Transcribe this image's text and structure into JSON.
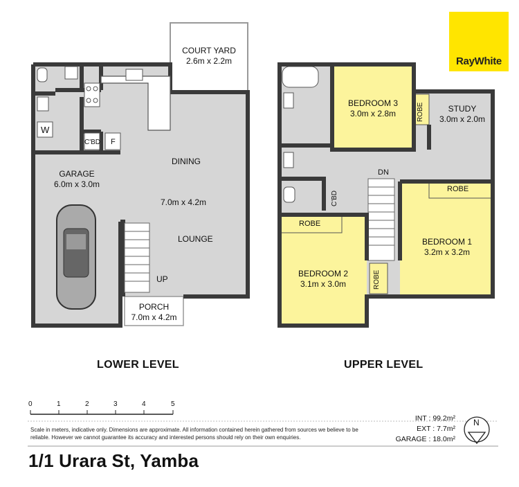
{
  "brand": {
    "name": "RayWhite",
    "color": "#ffe500"
  },
  "lower_level": {
    "title": "LOWER LEVEL",
    "rooms": {
      "court_yard": {
        "name": "COURT YARD",
        "size": "2.6m x 2.2m"
      },
      "dining": {
        "name": "DINING"
      },
      "dining_size": "7.0m x 4.2m",
      "lounge": {
        "name": "LOUNGE"
      },
      "garage": {
        "name": "GARAGE",
        "size": "6.0m x 3.0m"
      },
      "porch": {
        "name": "PORCH",
        "size": "7.0m x 4.2m"
      },
      "laundry": "W",
      "cbd": "C'BD",
      "fridge": "F",
      "stairs": "UP"
    }
  },
  "upper_level": {
    "title": "UPPER LEVEL",
    "rooms": {
      "bedroom3": {
        "name": "BEDROOM 3",
        "size": "3.0m x 2.8m"
      },
      "study": {
        "name": "STUDY",
        "size": "3.0m x 2.0m"
      },
      "bedroom1": {
        "name": "BEDROOM 1",
        "size": "3.2m x 3.2m"
      },
      "bedroom2": {
        "name": "BEDROOM 2",
        "size": "3.1m x 3.0m"
      },
      "robe": "ROBE",
      "cbd": "C'BD",
      "stairs": "DN"
    }
  },
  "colors": {
    "bedroom": "#fcf49c",
    "floor": "#d8d8d8",
    "wall": "#3a3a3a"
  },
  "scale": {
    "ticks": [
      "0",
      "1",
      "2",
      "3",
      "4",
      "5"
    ]
  },
  "disclaimer": "Scale in meters, indicative only. Dimensions are approximate. All information contained herein gathered from sources we believe to be reliable. However we cannot guarantee its accuracy and interested persons should rely on their own enquiries.",
  "areas": [
    {
      "label": "INT",
      "value": "99.2m²"
    },
    {
      "label": "EXT",
      "value": "7.7m²"
    },
    {
      "label": "GARAGE",
      "value": "18.0m²"
    }
  ],
  "compass": "N",
  "address": "1/1 Urara St, Yamba"
}
